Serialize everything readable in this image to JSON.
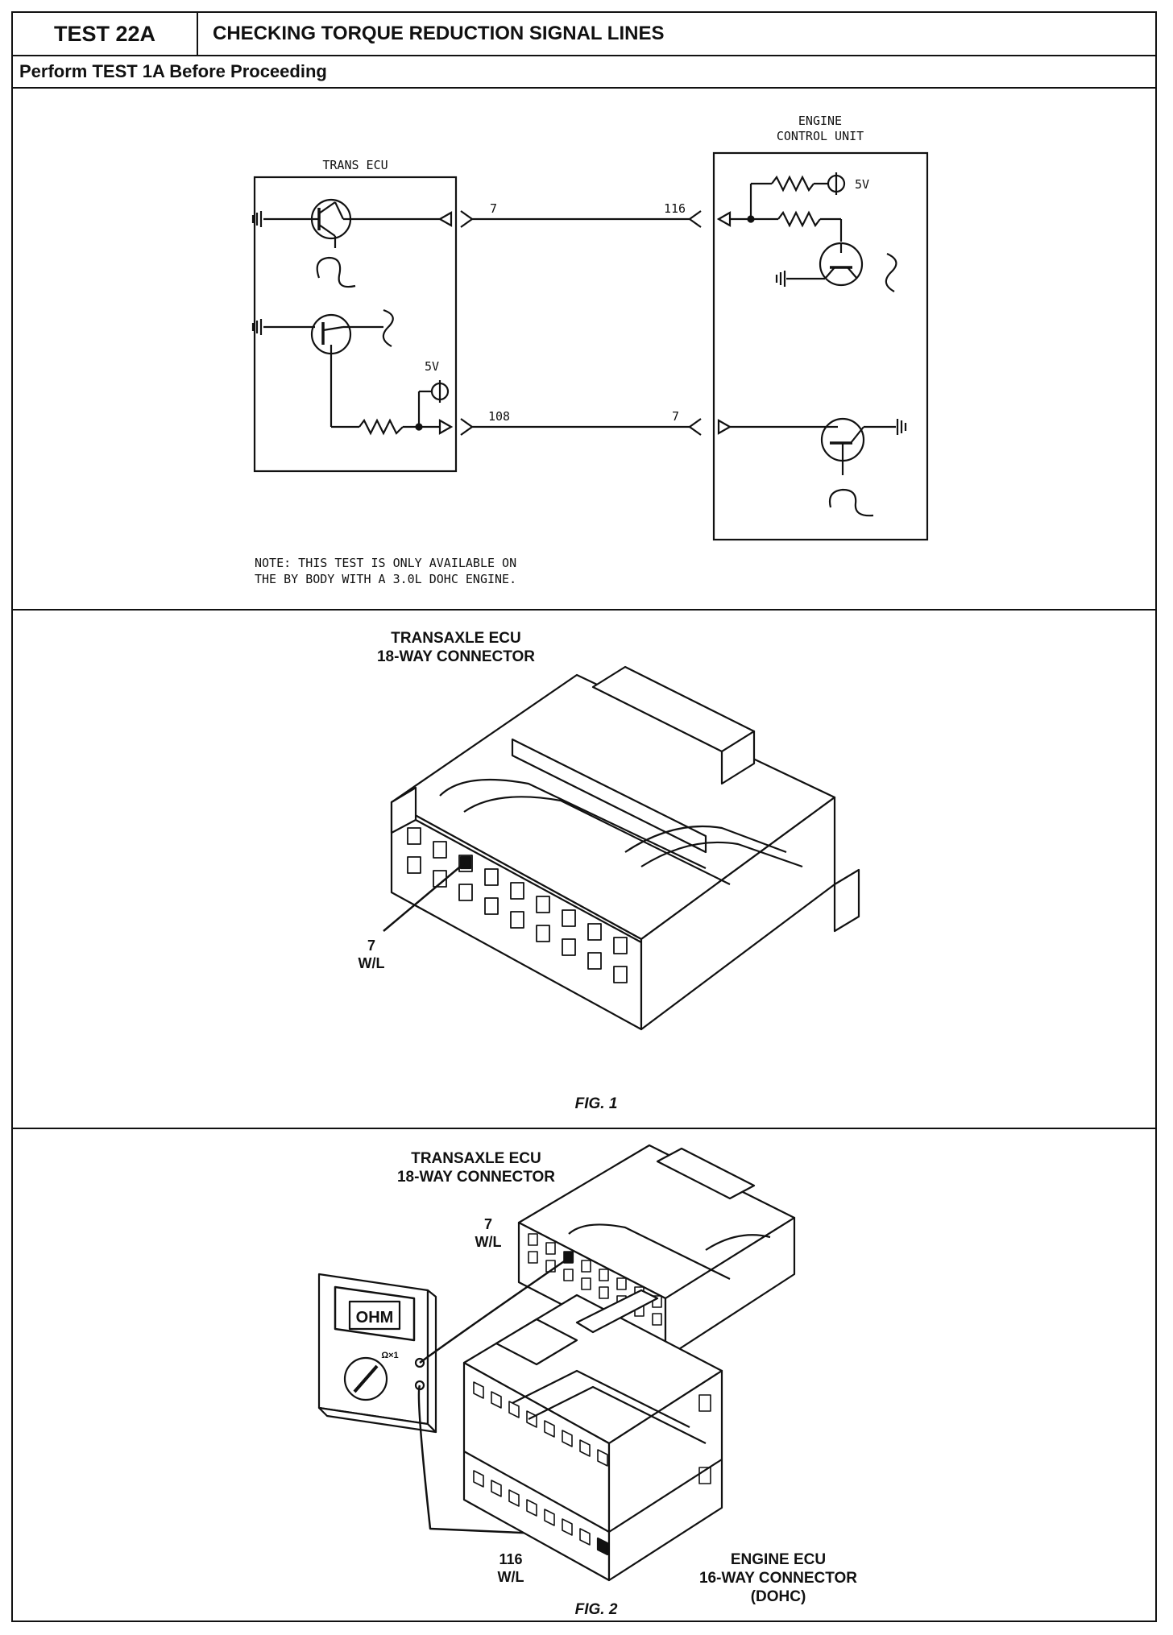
{
  "header": {
    "test_id": "TEST 22A",
    "title": "CHECKING TORQUE REDUCTION SIGNAL LINES"
  },
  "subheader": {
    "text": "Perform TEST 1A Before Proceeding"
  },
  "schematic": {
    "trans_ecu_label": "TRANS ECU",
    "engine_ecu_label_line1": "ENGINE",
    "engine_ecu_label_line2": "CONTROL UNIT",
    "supply_trans": "5V",
    "supply_engine": "5V",
    "wire1_trans_pin": "7",
    "wire1_engine_pin": "116",
    "wire2_trans_pin": "108",
    "wire2_engine_pin": "7",
    "note_line1": "NOTE: THIS TEST IS ONLY AVAILABLE ON",
    "note_line2": "THE BY BODY WITH A 3.0L DOHC ENGINE."
  },
  "fig1": {
    "title_line1": "TRANSAXLE ECU",
    "title_line2": "18-WAY CONNECTOR",
    "pin_number": "7",
    "pin_wire": "W/L",
    "caption": "FIG. 1"
  },
  "fig2": {
    "trans_title_line1": "TRANSAXLE ECU",
    "trans_title_line2": "18-WAY CONNECTOR",
    "trans_pin_number": "7",
    "trans_pin_wire": "W/L",
    "meter_display": "OHM",
    "meter_range": "Ω×1",
    "engine_pin_number": "116",
    "engine_pin_wire": "W/L",
    "engine_title_line1": "ENGINE ECU",
    "engine_title_line2": "16-WAY CONNECTOR",
    "engine_title_line3": "(DOHC)",
    "caption": "FIG. 2"
  }
}
